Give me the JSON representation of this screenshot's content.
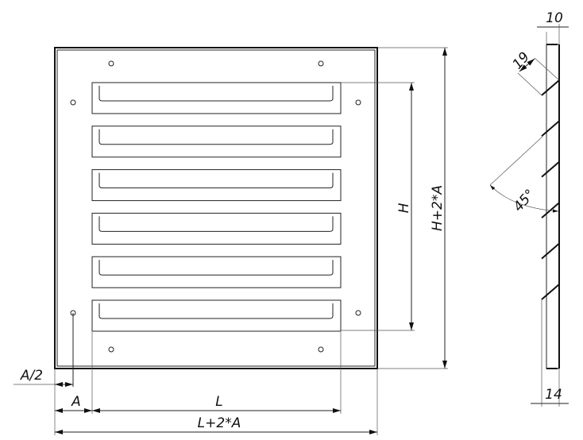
{
  "title": "Ventilation grille drawing",
  "front_view": {
    "slat_count": 6,
    "dimensions": {
      "half_margin": "A/2",
      "margin": "A",
      "length": "L",
      "overall_length": "L+2*A",
      "height": "H",
      "overall_height": "H+2*A"
    }
  },
  "side_view": {
    "dimensions": {
      "thickness": "10",
      "depth": "14",
      "slat_width": "19",
      "angle": "45°"
    }
  },
  "colors": {
    "line": "#111111",
    "background": "#ffffff"
  }
}
